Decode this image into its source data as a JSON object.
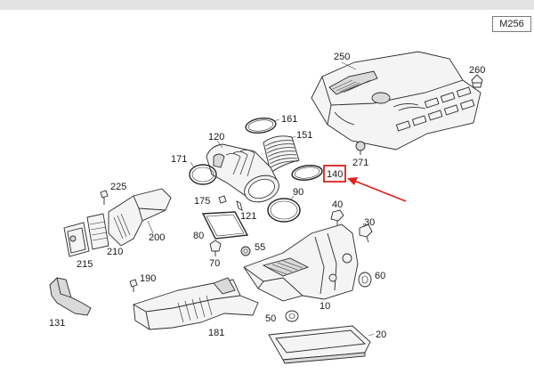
{
  "model_code": "M256",
  "highlight_color": "#e0201b",
  "highlighted_label": "140",
  "callouts": {
    "c250": "250",
    "c260": "260",
    "c161": "161",
    "c120": "120",
    "c151": "151",
    "c171": "171",
    "c271": "271",
    "c140": "140",
    "c225": "225",
    "c175": "175",
    "c90": "90",
    "c40": "40",
    "c121": "121",
    "c30": "30",
    "c80": "80",
    "c200": "200",
    "c55": "55",
    "c210": "210",
    "c215": "215",
    "c70": "70",
    "c190": "190",
    "c60": "60",
    "c131": "131",
    "c10": "10",
    "c50": "50",
    "c181": "181",
    "c20": "20"
  }
}
